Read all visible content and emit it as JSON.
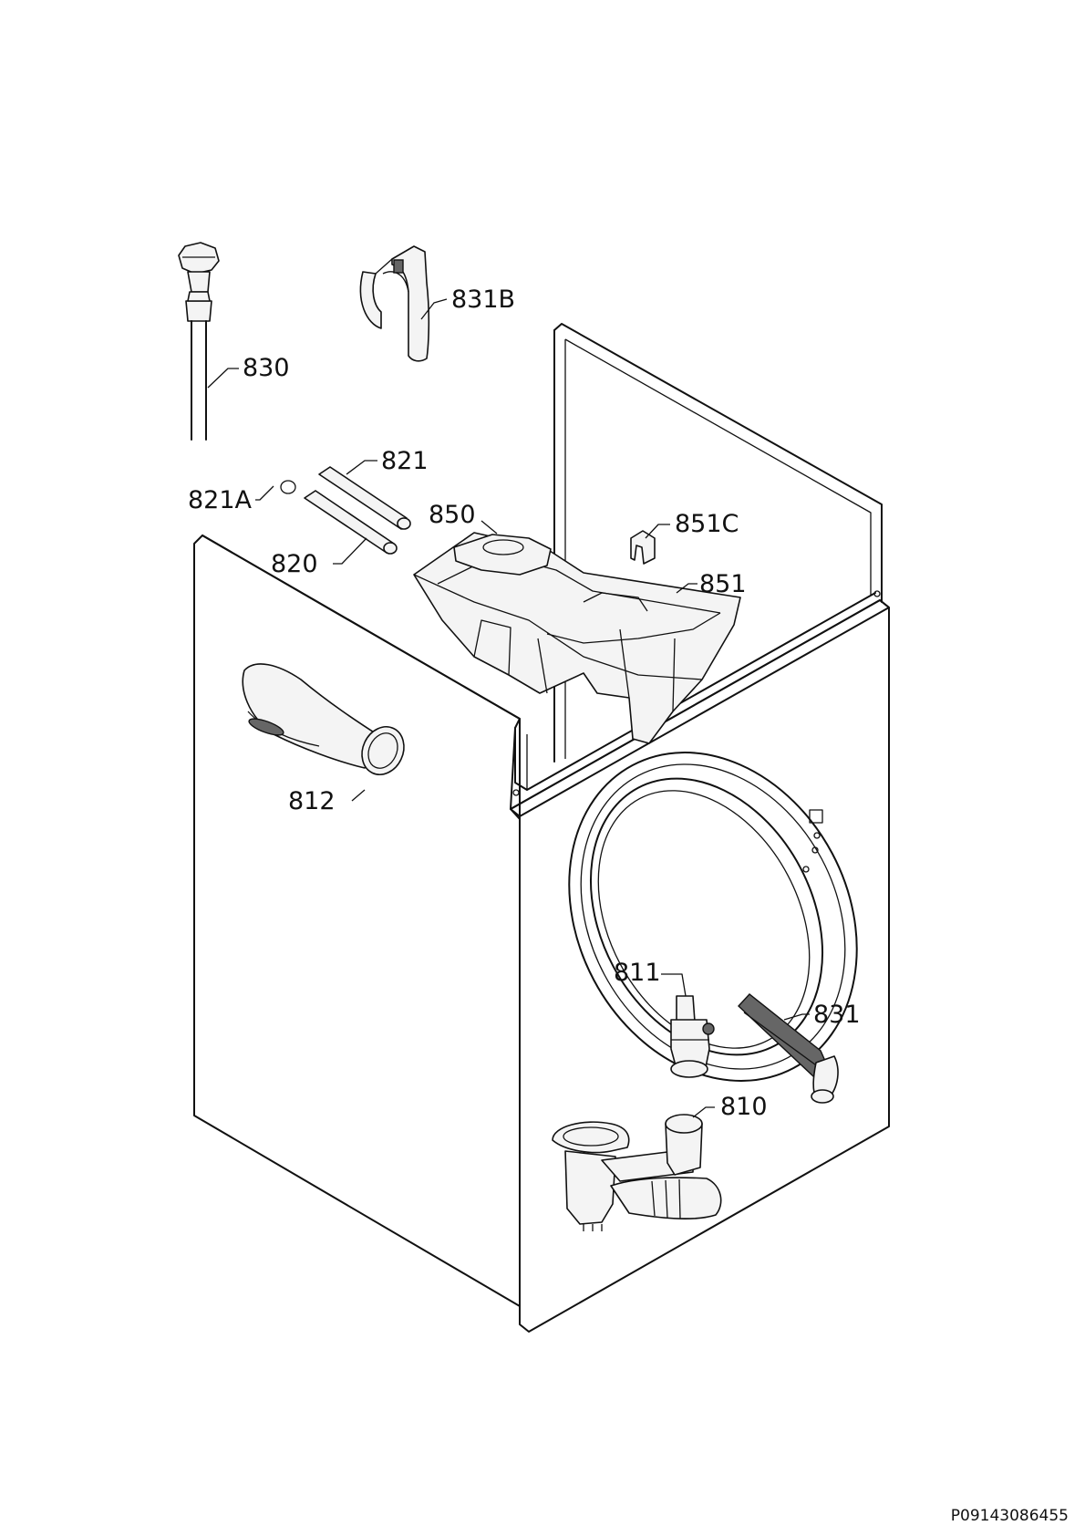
{
  "labels": {
    "l830": "830",
    "l831b": "831B",
    "l821": "821",
    "l821a": "821A",
    "l820": "820",
    "l850": "850",
    "l851c": "851C",
    "l851": "851",
    "l812": "812",
    "l811": "811",
    "l831": "831",
    "l810": "810"
  },
  "document_id": "P09143086455"
}
